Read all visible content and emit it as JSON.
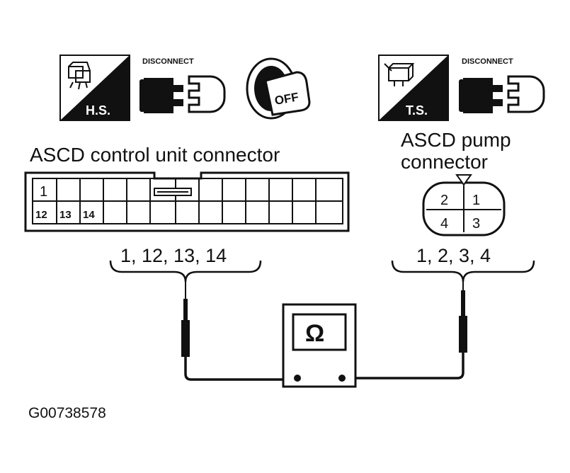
{
  "icons": {
    "hand_symbol": "H.S.",
    "terminal_symbol": "T.S.",
    "disconnect": "DISCONNECT",
    "ignition": "OFF"
  },
  "control_unit": {
    "title": "ASCD control unit connector",
    "pins_top": [
      "1"
    ],
    "pins_bottom": [
      "12",
      "13",
      "14"
    ],
    "pins_to_check": "1, 12, 13, 14"
  },
  "pump": {
    "title_line1": "ASCD pump",
    "title_line2": "connector",
    "pins": [
      "2",
      "1",
      "4",
      "3"
    ],
    "pins_to_check": "1, 2, 3, 4"
  },
  "meter": {
    "symbol": "Ω"
  },
  "reference": "G00738578",
  "colors": {
    "ink": "#111111",
    "paper": "#ffffff"
  }
}
